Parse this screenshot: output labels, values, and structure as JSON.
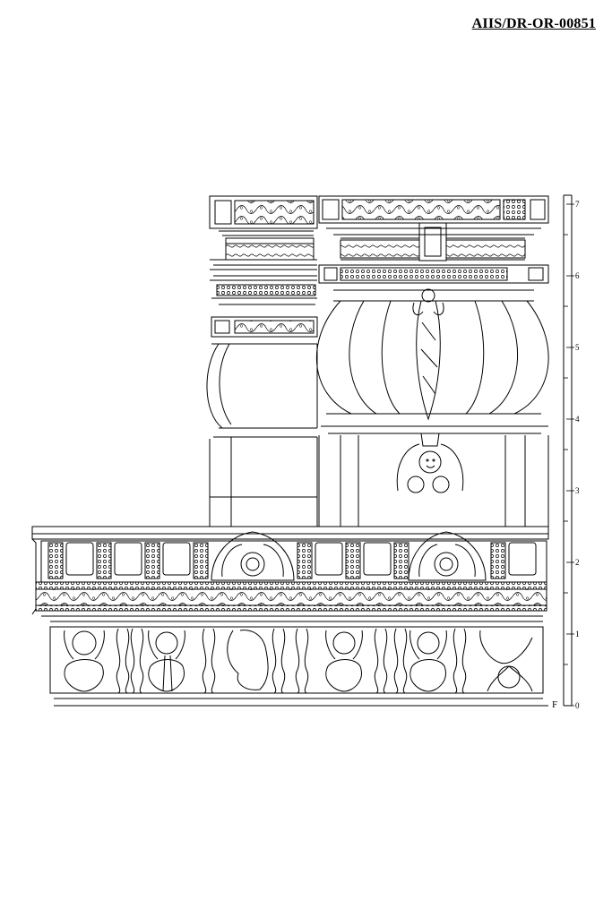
{
  "drawing_id": "AIIS/DR-OR-00851",
  "scale": {
    "ticks": [
      "0",
      "1",
      "2",
      "3",
      "4",
      "5",
      "6",
      "7"
    ],
    "floor_label": "F"
  }
}
